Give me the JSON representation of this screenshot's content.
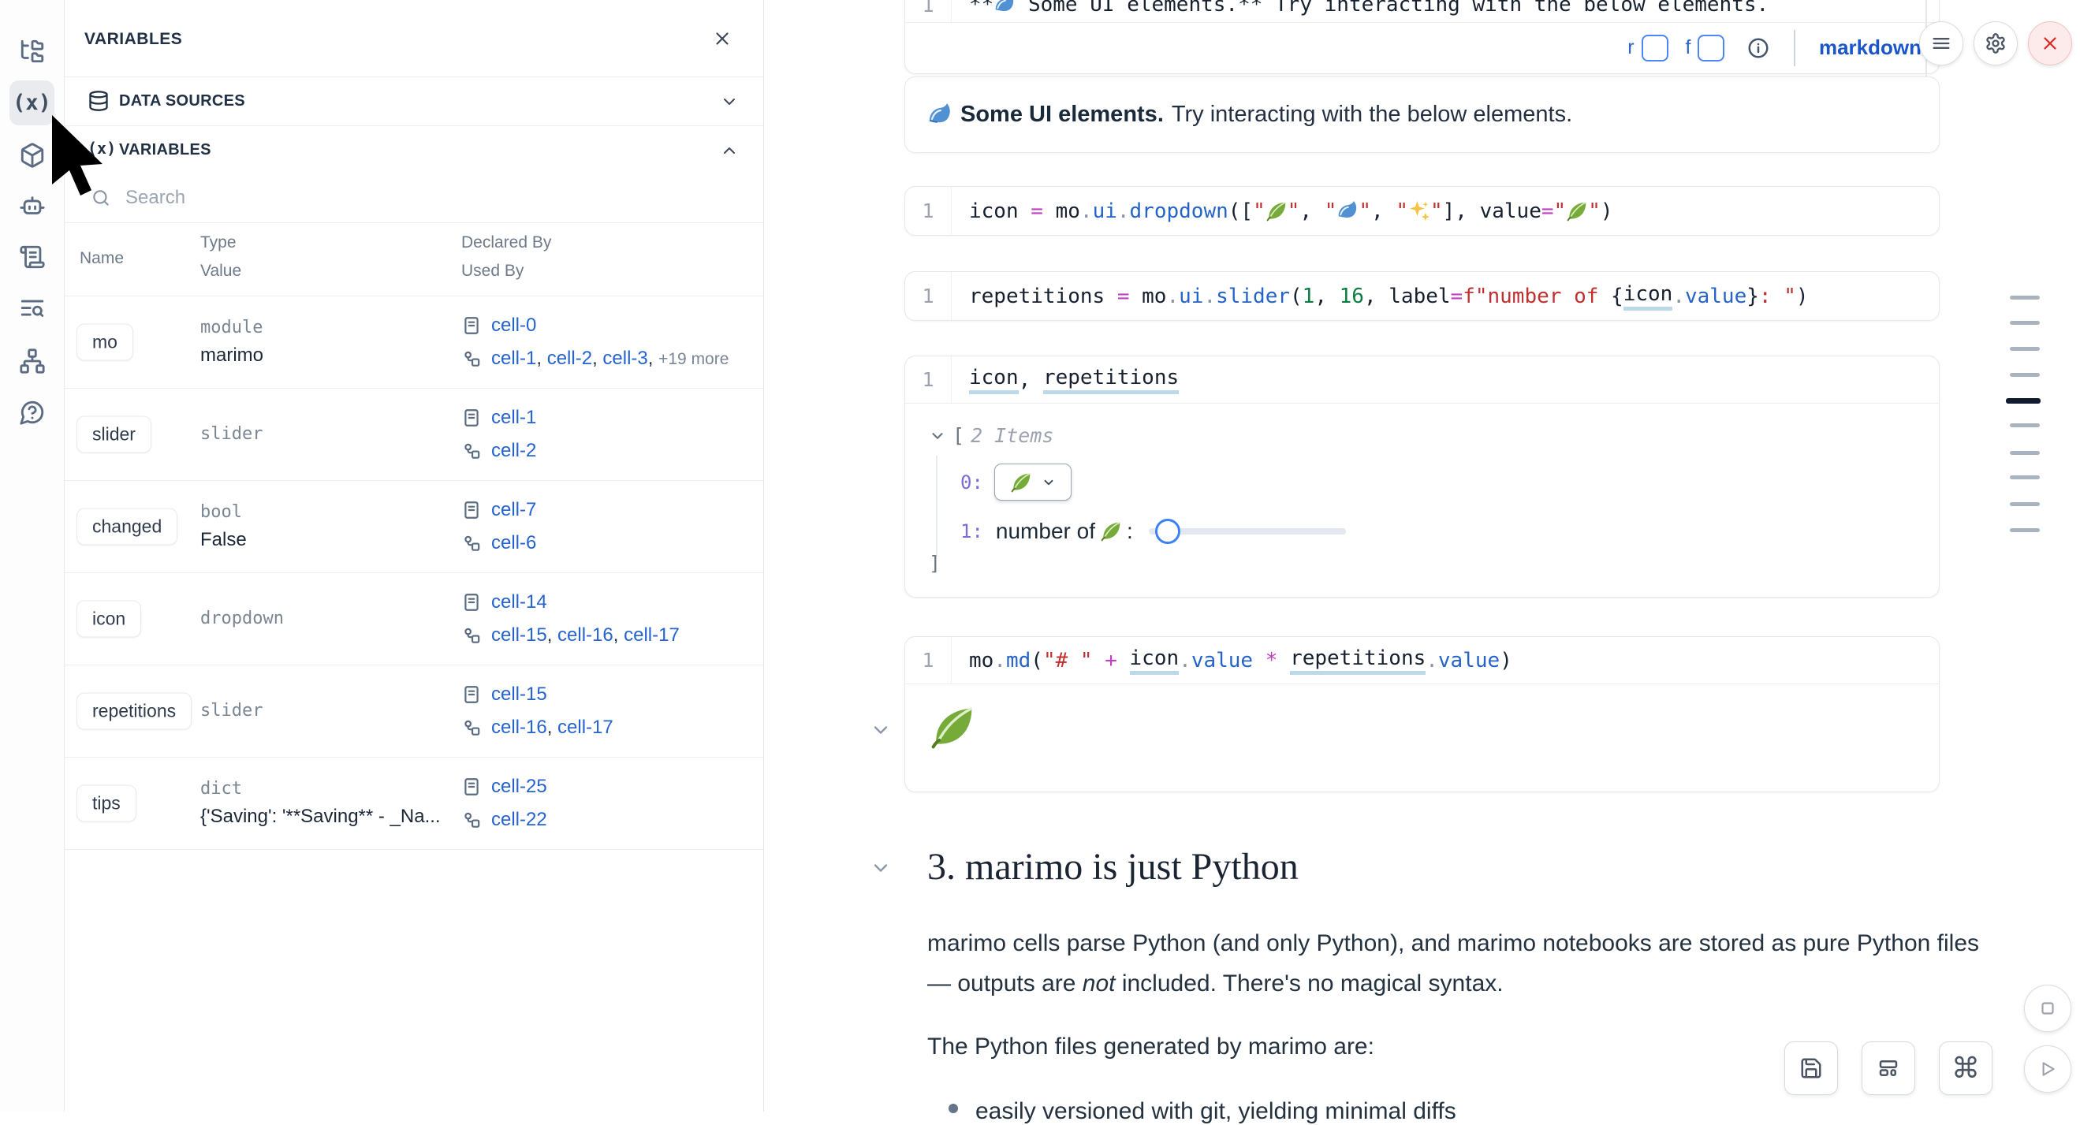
{
  "colors": {
    "link_blue": "#2563cf",
    "accent_blue": "#4f86f7",
    "close_red": "#dc2626",
    "active_mark": "#111c2e"
  },
  "sidebar": {
    "icons": [
      {
        "name": "file-tree-icon"
      },
      {
        "name": "variables-icon",
        "active": true
      },
      {
        "name": "package-icon"
      },
      {
        "name": "ai-bot-icon"
      },
      {
        "name": "snippets-icon"
      },
      {
        "name": "logs-search-icon"
      },
      {
        "name": "dependencies-icon"
      },
      {
        "name": "help-icon"
      }
    ]
  },
  "panel": {
    "title": "VARIABLES",
    "data_sources_label": "DATA SOURCES",
    "variables_label": "VARIABLES",
    "search_placeholder": "Search",
    "headers": {
      "name": "Name",
      "type": "Type",
      "value": "Value",
      "declared": "Declared By",
      "used": "Used By"
    },
    "rows": [
      {
        "name": "mo",
        "type": "module",
        "value": "marimo",
        "declared": [
          "cell-0"
        ],
        "used": [
          "cell-1",
          "cell-2",
          "cell-3"
        ],
        "used_more": "+19 more"
      },
      {
        "name": "slider",
        "type": "slider",
        "value": "",
        "declared": [
          "cell-1"
        ],
        "used": [
          "cell-2"
        ]
      },
      {
        "name": "changed",
        "type": "bool",
        "value": "False",
        "declared": [
          "cell-7"
        ],
        "used": [
          "cell-6"
        ]
      },
      {
        "name": "icon",
        "type": "dropdown",
        "value": "",
        "declared": [
          "cell-14"
        ],
        "used": [
          "cell-15",
          "cell-16",
          "cell-17"
        ]
      },
      {
        "name": "repetitions",
        "type": "slider",
        "value": "",
        "declared": [
          "cell-15"
        ],
        "used": [
          "cell-16",
          "cell-17"
        ]
      },
      {
        "name": "tips",
        "type": "dict",
        "value": "{'Saving': '**Saving** - _Na...",
        "declared": [
          "cell-25"
        ],
        "used": [
          "cell-22"
        ]
      }
    ]
  },
  "notebook": {
    "top_cell": {
      "line_no": "1",
      "tokens": [
        {
          "t": "**"
        },
        {
          "e": "wave"
        },
        {
          "t": " Some UI elements.** Try interacting with the below elements."
        }
      ],
      "toolbar": {
        "r_label": "r",
        "f_label": "f",
        "language": "markdown"
      }
    },
    "md_out": {
      "bold": "Some UI elements.",
      "rest": "Try interacting with the below elements."
    },
    "cells": [
      {
        "line_no": "1",
        "tokens": [
          {
            "t": "icon "
          },
          {
            "t": "= ",
            "c": "op"
          },
          {
            "t": "mo"
          },
          {
            "t": ".",
            "c": "sep"
          },
          {
            "t": "ui",
            "c": "fn"
          },
          {
            "t": ".",
            "c": "sep"
          },
          {
            "t": "dropdown",
            "c": "fn"
          },
          {
            "t": "(["
          },
          {
            "t": "\"",
            "c": "str"
          },
          {
            "e": "leaf"
          },
          {
            "t": "\"",
            "c": "str"
          },
          {
            "t": ", "
          },
          {
            "t": "\"",
            "c": "str"
          },
          {
            "e": "wave"
          },
          {
            "t": "\"",
            "c": "str"
          },
          {
            "t": ", "
          },
          {
            "t": "\"",
            "c": "str"
          },
          {
            "e": "sparkle"
          },
          {
            "t": "\"",
            "c": "str"
          },
          {
            "t": "], value"
          },
          {
            "t": "=",
            "c": "op"
          },
          {
            "t": "\"",
            "c": "str"
          },
          {
            "e": "leaf"
          },
          {
            "t": "\"",
            "c": "str"
          },
          {
            "t": ")"
          }
        ]
      },
      {
        "line_no": "1",
        "tokens": [
          {
            "t": "repetitions "
          },
          {
            "t": "= ",
            "c": "op"
          },
          {
            "t": "mo"
          },
          {
            "t": ".",
            "c": "sep"
          },
          {
            "t": "ui",
            "c": "fn"
          },
          {
            "t": ".",
            "c": "sep"
          },
          {
            "t": "slider",
            "c": "fn"
          },
          {
            "t": "("
          },
          {
            "t": "1",
            "c": "num"
          },
          {
            "t": ", "
          },
          {
            "t": "16",
            "c": "num"
          },
          {
            "t": ", label"
          },
          {
            "t": "=",
            "c": "op"
          },
          {
            "t": "f",
            "c": "str"
          },
          {
            "t": "\"number of ",
            "c": "str"
          },
          {
            "t": "{"
          },
          {
            "t": "icon",
            "c": "ref"
          },
          {
            "t": ".",
            "c": "sep"
          },
          {
            "t": "value",
            "c": "fn"
          },
          {
            "t": "}"
          },
          {
            "t": ": \"",
            "c": "str"
          },
          {
            "t": ")"
          }
        ]
      },
      {
        "line_no": "1",
        "tokens": [
          {
            "t": "icon",
            "c": "ref"
          },
          {
            "t": ", "
          },
          {
            "t": "repetitions",
            "c": "ref"
          }
        ]
      },
      {
        "line_no": "1",
        "tokens": [
          {
            "t": "mo"
          },
          {
            "t": ".",
            "c": "sep"
          },
          {
            "t": "md",
            "c": "fn"
          },
          {
            "t": "("
          },
          {
            "t": "\"# \"",
            "c": "str"
          },
          {
            "t": " + ",
            "c": "op"
          },
          {
            "t": "icon",
            "c": "ref"
          },
          {
            "t": ".",
            "c": "sep"
          },
          {
            "t": "value",
            "c": "fn"
          },
          {
            "t": " * ",
            "c": "op"
          },
          {
            "t": "repetitions",
            "c": "ref"
          },
          {
            "t": ".",
            "c": "sep"
          },
          {
            "t": "value",
            "c": "fn"
          },
          {
            "t": ")"
          }
        ]
      }
    ],
    "tree_out": {
      "open_bracket": "[",
      "items": "2 Items",
      "idx0": "0:",
      "idx1": "1:",
      "label_pre": "number of",
      "label_colon": ":",
      "close_bracket": "]"
    },
    "heading": "3. marimo is just Python",
    "para1_line1": "marimo cells parse Python (and only Python), and marimo notebooks are stored as pure Python files",
    "para1_line2_pre": "— outputs are ",
    "para1_line2_italic": "not",
    "para1_line2_post": " included. There's no magical syntax.",
    "para2": "The Python files generated by marimo are:",
    "bullet1": "easily versioned with git, yielding minimal diffs"
  }
}
